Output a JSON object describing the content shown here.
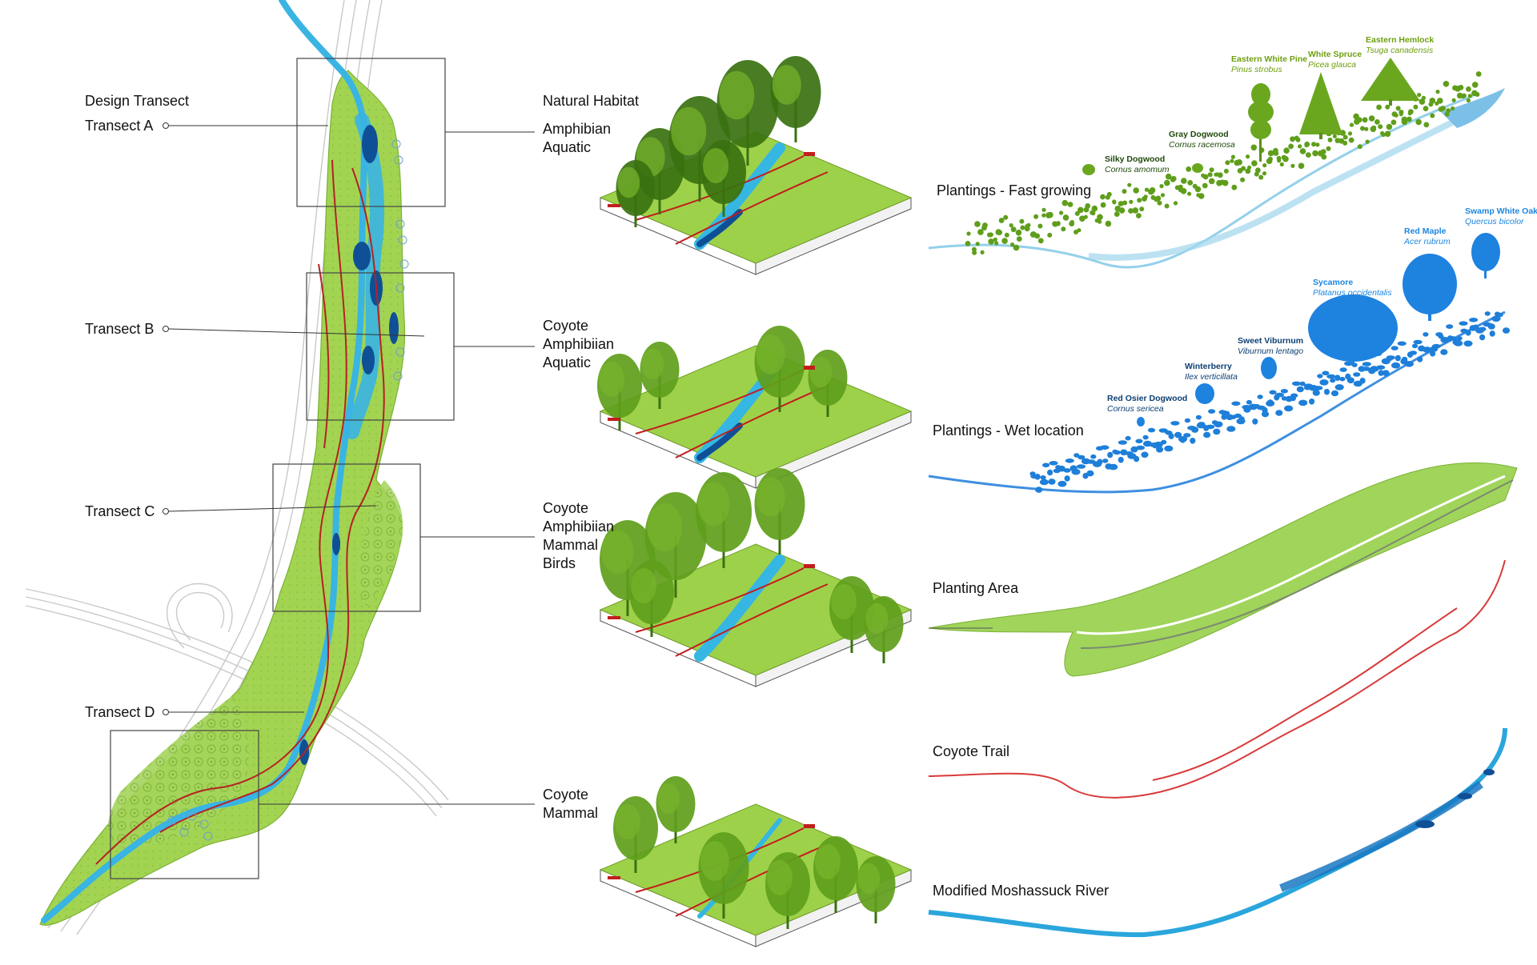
{
  "colors": {
    "grass": "#9ed14a",
    "grass_dark": "#6f9f27",
    "tree_green": "#5f9e1b",
    "tree_dark": "#3a7110",
    "water": "#35b6e3",
    "water_deep": "#0f4f96",
    "wet_blue": "#1e7fd9",
    "trail_red": "#c21d1d",
    "road_gray": "#c4c4c4",
    "label_gray": "#333333"
  },
  "left_map": {
    "heading": "Design Transect",
    "transects": [
      {
        "label": "Transect A"
      },
      {
        "label": "Transect B"
      },
      {
        "label": "Transect C"
      },
      {
        "label": "Transect D"
      }
    ]
  },
  "habitats": [
    {
      "lines": [
        "Natural Habitat"
      ]
    },
    {
      "lines": [
        "Amphibian",
        "Aquatic"
      ]
    },
    {
      "lines": [
        "Coyote",
        "Amphibiian",
        "Aquatic"
      ]
    },
    {
      "lines": [
        "Coyote",
        "Amphibiian",
        "Mammal",
        "Birds"
      ]
    },
    {
      "lines": [
        "Coyote",
        "Mammal"
      ]
    }
  ],
  "layers": [
    {
      "label": "Plantings - Fast growing",
      "icon": "green-trees-icon"
    },
    {
      "label": "Plantings - Wet location",
      "icon": "blue-trees-icon"
    },
    {
      "label": "Planting Area",
      "icon": "planting-area-icon"
    },
    {
      "label": "Coyote Trail",
      "icon": "trail-line-icon"
    },
    {
      "label": "Modified Moshassuck River",
      "icon": "river-icon"
    }
  ],
  "species_fast": [
    {
      "common": "Eastern White Pine",
      "scientific": "Pinus strobus"
    },
    {
      "common": "White Spruce",
      "scientific": "Picea glauca"
    },
    {
      "common": "Eastern Hemlock",
      "scientific": "Tsuga canadensis"
    },
    {
      "common": "Gray Dogwood",
      "scientific": "Cornus racemosa"
    },
    {
      "common": "Silky Dogwood",
      "scientific": "Cornus amomum"
    }
  ],
  "species_wet": [
    {
      "common": "Swamp White Oak",
      "scientific": "Quercus bicolor"
    },
    {
      "common": "Red Maple",
      "scientific": "Acer rubrum"
    },
    {
      "common": "Sycamore",
      "scientific": "Platanus occidentalis"
    },
    {
      "common": "Sweet Viburnum",
      "scientific": "Viburnum lentago"
    },
    {
      "common": "Winterberry",
      "scientific": "Ilex verticillata"
    },
    {
      "common": "Red Osier Dogwood",
      "scientific": "Cornus sericea"
    }
  ]
}
